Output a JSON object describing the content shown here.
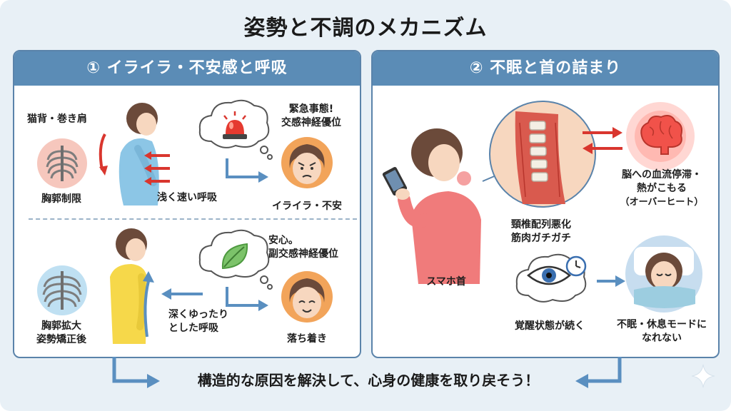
{
  "title": "姿勢と不調のメカニズム",
  "panel1": {
    "header": "① イライラ・不安感と呼吸",
    "top": {
      "posture": "猫背・巻き肩",
      "ribs": "胸郭制限",
      "breath": "浅く速い呼吸",
      "thought_line1": "緊急事態!",
      "thought_line2": "交感神経優位",
      "face": "イライラ・不安"
    },
    "bottom": {
      "ribs_line1": "胸郭拡大",
      "ribs_line2": "姿勢矯正後",
      "breath_line1": "深くゆったり",
      "breath_line2": "とした呼吸",
      "thought_line1": "安心。",
      "thought_line2": "副交感神経優位",
      "face": "落ち着き"
    }
  },
  "panel2": {
    "header": "② 不眠と首の詰まり",
    "phone_neck": "スマホ首",
    "neck_line1": "頸椎配列悪化",
    "neck_line2": "筋肉ガチガチ",
    "brain_line1": "脳への血流停滞・",
    "brain_line2": "熱がこもる",
    "brain_line3": "（オーバーヒート）",
    "eye": "覚醒状態が続く",
    "sleep_line1": "不眠・休息モードに",
    "sleep_line2": "なれない"
  },
  "footer": "構造的な原因を解決して、心身の健康を取り戻そう！",
  "colors": {
    "header_blue": "#5b8cb6",
    "arrow_blue": "#5a8fc0",
    "arrow_red": "#d9362e",
    "shirt_blue": "#8cc6e6",
    "shirt_yellow": "#f6d84a",
    "shirt_pink": "#f07b7b"
  },
  "icons": [
    "rib-cage-icon",
    "siren-icon",
    "leaf-icon",
    "brain-icon",
    "eye-icon",
    "clock-icon",
    "smartphone-icon",
    "sparkle-icon"
  ]
}
